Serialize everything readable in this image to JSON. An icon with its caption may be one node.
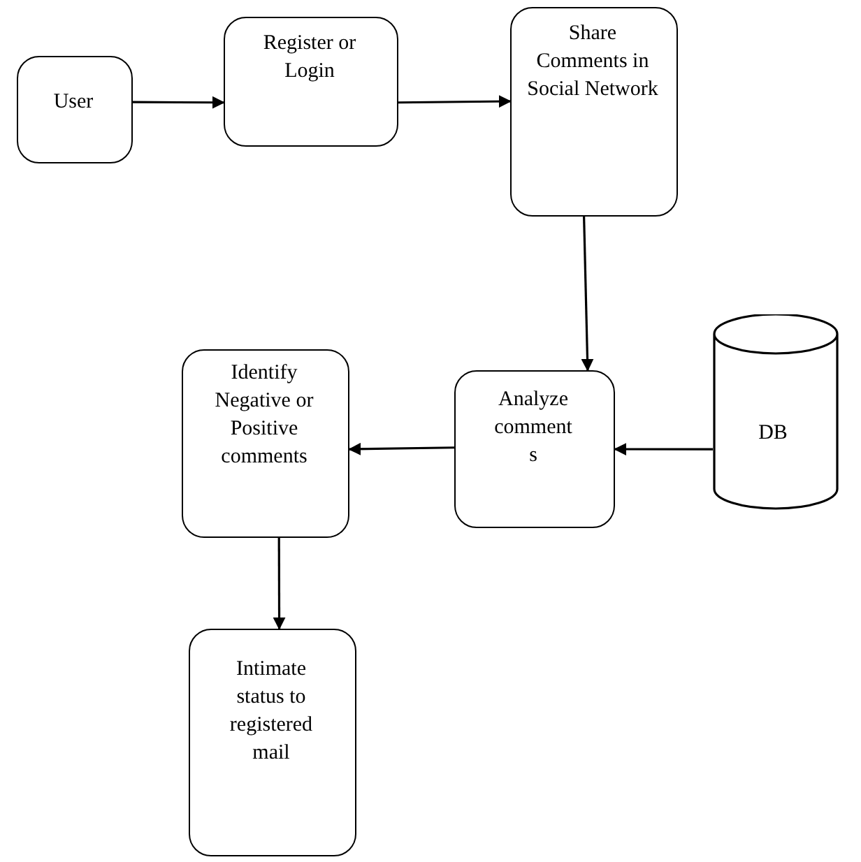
{
  "diagram": {
    "nodes": [
      {
        "text": [
          "User"
        ]
      },
      {
        "text": [
          "Register or Login"
        ]
      },
      {
        "text": [
          "Share Comments in Social Network"
        ]
      },
      {
        "text": [
          "DB"
        ]
      },
      {
        "text": [
          "Analyze comments"
        ]
      },
      {
        "text": [
          "Identify Negative or Positive comments"
        ]
      },
      {
        "text": [
          "Intimate status to registered mail"
        ]
      }
    ],
    "edges": [
      {
        "from": 0,
        "to": 1,
        "arrow": "to"
      },
      {
        "from": 1,
        "to": 2,
        "arrow": "to"
      },
      {
        "from": 2,
        "to": 4,
        "arrow": "to"
      },
      {
        "from": 3,
        "to": 4,
        "arrow": "to"
      },
      {
        "from": 4,
        "to": 5,
        "arrow": "to"
      },
      {
        "from": 5,
        "to": 6,
        "arrow": "to"
      }
    ]
  }
}
